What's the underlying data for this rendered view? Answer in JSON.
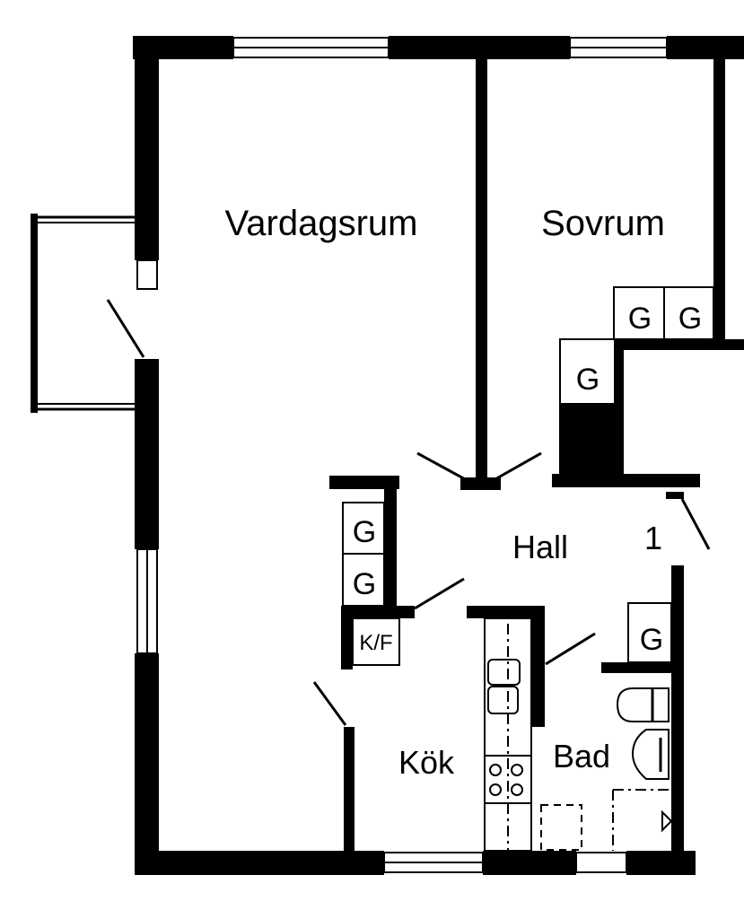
{
  "rooms": {
    "living_room": "Vardagsrum",
    "bedroom": "Sovrum",
    "hall": "Hall",
    "kitchen": "Kök",
    "bathroom": "Bad"
  },
  "wardrobes": {
    "bedroom_1": "G",
    "bedroom_2": "G",
    "bedroom_3": "G",
    "hall_1": "G",
    "hall_2": "G",
    "bathroom": "G"
  },
  "fridge_freezer": "K/F",
  "entrance_number": "1"
}
